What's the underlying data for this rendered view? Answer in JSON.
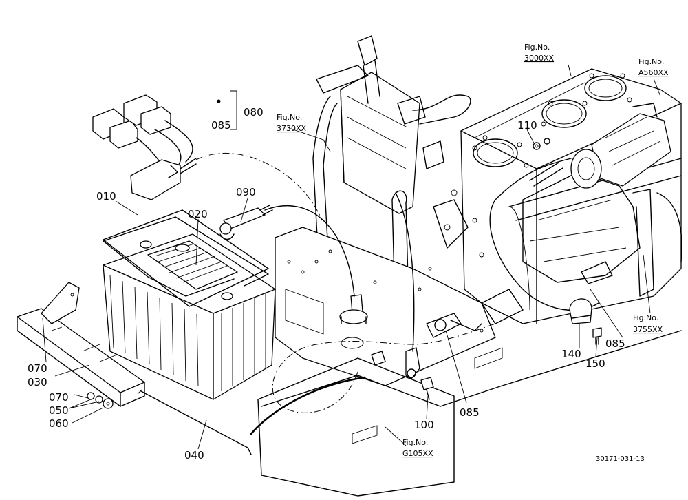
{
  "figure_refs": [
    {
      "prefix": "Fig.No.",
      "number": "3000XX"
    },
    {
      "prefix": "Fig.No.",
      "number": "A560XX"
    },
    {
      "prefix": "Fig.No.",
      "number": "3730XX"
    },
    {
      "prefix": "Fig.No.",
      "number": "3755XX"
    },
    {
      "prefix": "Fig.No.",
      "number": "G105XX"
    }
  ],
  "part_labels": {
    "p085a": "085",
    "p080": "080",
    "p010": "010",
    "p020": "020",
    "p090": "090",
    "p110": "110",
    "p070a": "070",
    "p030": "030",
    "p070b": "070",
    "p050": "050",
    "p060": "060",
    "p040": "040",
    "p100": "100",
    "p085b": "085",
    "p140": "140",
    "p150": "150",
    "p085c": "085"
  },
  "drawing_number": "30171-031-13"
}
